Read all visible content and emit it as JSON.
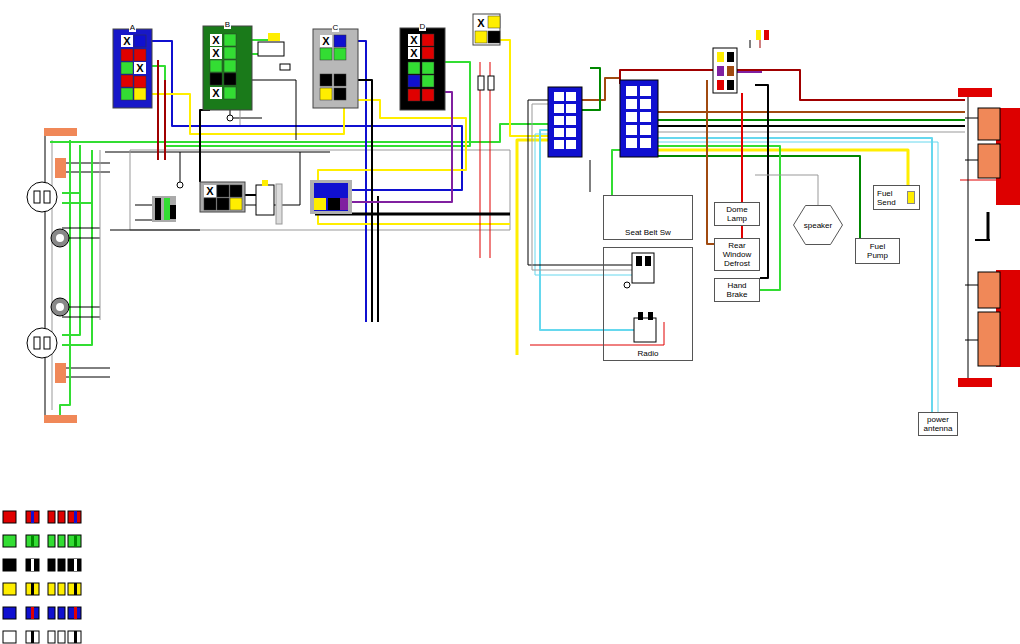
{
  "diagram": {
    "nodes": [
      {
        "text": [
          "A",
          "X",
          "X"
        ]
      },
      {
        "text": [
          "B",
          "X",
          "X",
          "X"
        ]
      },
      {
        "text": [
          "C",
          "X"
        ]
      },
      {
        "text": [
          "D",
          "X",
          "X"
        ]
      },
      {
        "text": [
          "X"
        ]
      },
      {
        "text": [
          "X"
        ]
      },
      {
        "text": [
          "Seat Belt Sw"
        ]
      },
      {
        "text": [
          "Radio"
        ]
      },
      {
        "text": [
          "Dome Lamp"
        ]
      },
      {
        "text": [
          "Rear Window Defrost"
        ]
      },
      {
        "text": [
          "Hand Brake"
        ]
      },
      {
        "text": [
          "speaker"
        ]
      },
      {
        "text": [
          "Fuel Send"
        ]
      },
      {
        "text": [
          "Fuel Pump"
        ]
      },
      {
        "text": [
          "power antenna"
        ]
      }
    ]
  }
}
